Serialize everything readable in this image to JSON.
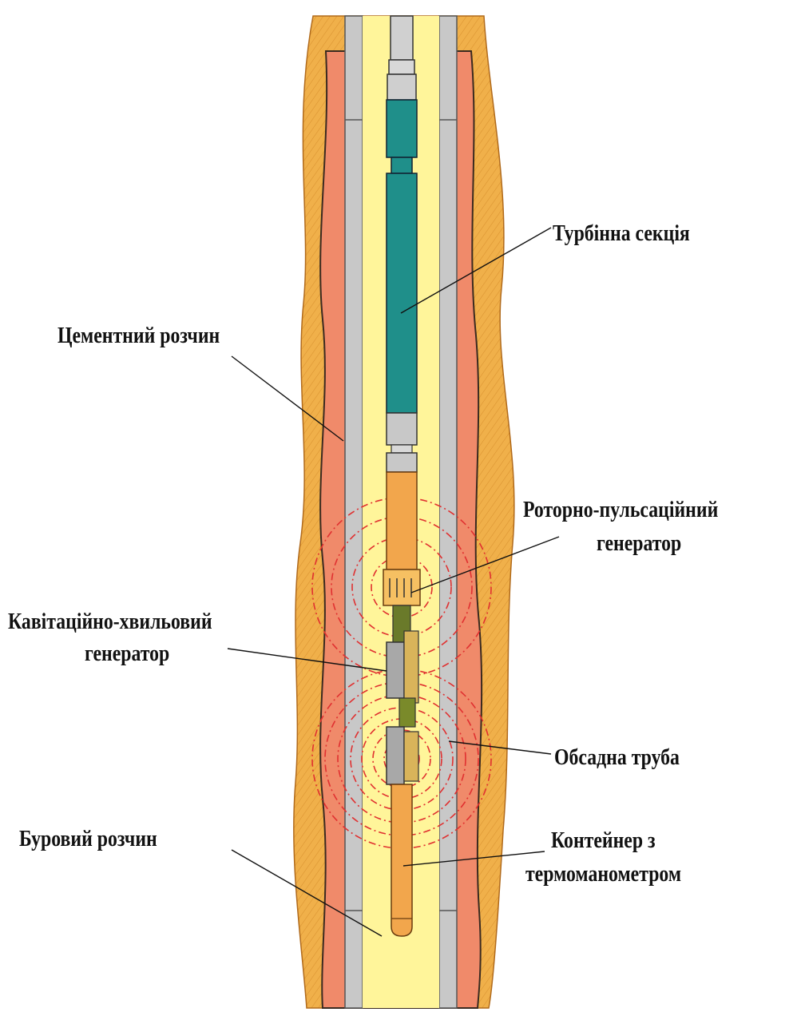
{
  "labels": {
    "turbine_section": "Турбінна секція",
    "cement_slurry": "Цементний розчин",
    "rotor_pulsation_generator": [
      "Роторно-пульсаційний",
      "генератор"
    ],
    "cavitation_wave_generator": [
      "Кавітаційно-хвильовий",
      "генератор"
    ],
    "casing_pipe": "Обсадна труба",
    "drilling_fluid": "Буровий  розчин",
    "container_thermomanometer": [
      "Контейнер з",
      "термоманометром"
    ]
  },
  "colors": {
    "rock": "#f0b04a",
    "cement": "#f08a6a",
    "casing": "#c8c8c8",
    "drilling_fluid": "#fff59a",
    "turbine": "#1f8f8a",
    "rotor_generator": "#f2a64c",
    "cavitation_body": "#a8a8a8",
    "pressure_waves": "#e03030",
    "label_text": "#111111"
  }
}
